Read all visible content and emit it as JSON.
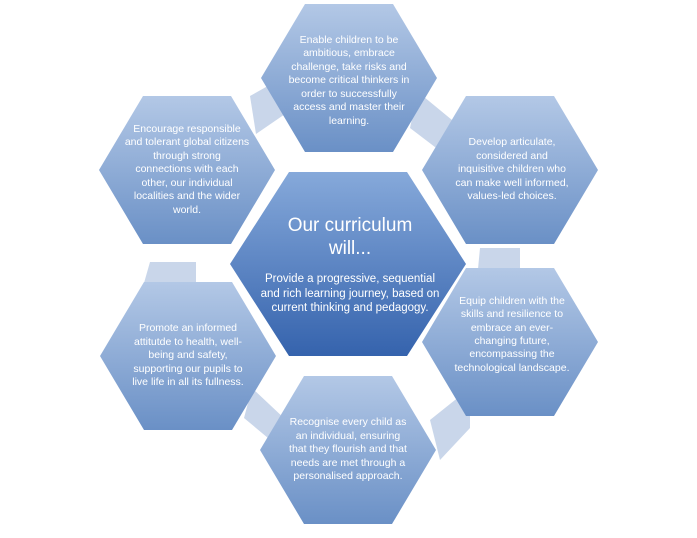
{
  "colors": {
    "outer_hex_light": "#a9c0e0",
    "outer_hex_dark": "#6f93c7",
    "center_hex_light": "#7a9fd3",
    "center_hex_dark": "#3b69b1",
    "connector": "#c9d6ea",
    "text": "#ffffff"
  },
  "center": {
    "title": "Our curriculum will...",
    "body": "Provide a progressive, sequential and rich learning journey, based on current thinking and pedagogy."
  },
  "nodes": [
    {
      "id": "top",
      "text": "Enable children to be ambitious, embrace challenge, take risks and become critical thinkers in order to successfully access and master their learning."
    },
    {
      "id": "upper-right",
      "text": "Develop articulate, considered and inquisitive children who can make well informed, values-led choices."
    },
    {
      "id": "lower-right",
      "text": "Equip children with the skills and resilience to embrace an ever-changing future, encompassing the technological landscape."
    },
    {
      "id": "bottom",
      "text": "Recognise every child as an individual, ensuring that they flourish and that needs are met through a personalised approach."
    },
    {
      "id": "lower-left",
      "text": "Promote an informed attitutde to health, well-being and safety, supporting our pupils to live life in all its fullness."
    },
    {
      "id": "upper-left",
      "text": "Encourage responsible and tolerant global citizens through strong connections with each other, our individual localities and the wider world."
    }
  ]
}
